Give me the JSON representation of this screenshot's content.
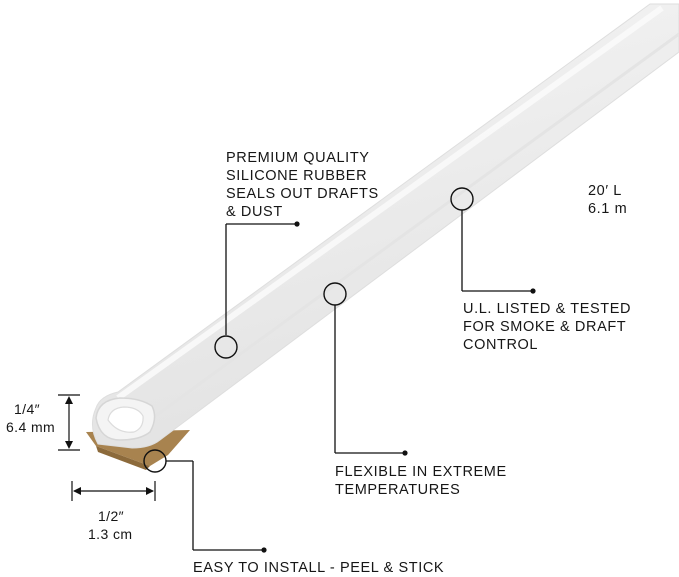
{
  "callouts": {
    "material": [
      "PREMIUM QUALITY",
      "SILICONE RUBBER",
      "SEALS OUT DRAFTS",
      "& DUST"
    ],
    "length": [
      "20′ L",
      "6.1 m"
    ],
    "listed": [
      "U.L. LISTED & TESTED",
      "FOR SMOKE & DRAFT",
      "CONTROL"
    ],
    "flexible": [
      "FLEXIBLE IN EXTREME",
      "TEMPERATURES"
    ],
    "install": "EASY TO INSTALL - PEEL & STICK"
  },
  "dimensions": {
    "height": [
      "1/4″",
      "6.4 mm"
    ],
    "width": [
      "1/2″",
      "1.3 cm"
    ]
  },
  "colors": {
    "strip": "#eeeeee",
    "strip_edge": "#dedede",
    "adhesive": "#a8834f",
    "line": "#111111"
  }
}
